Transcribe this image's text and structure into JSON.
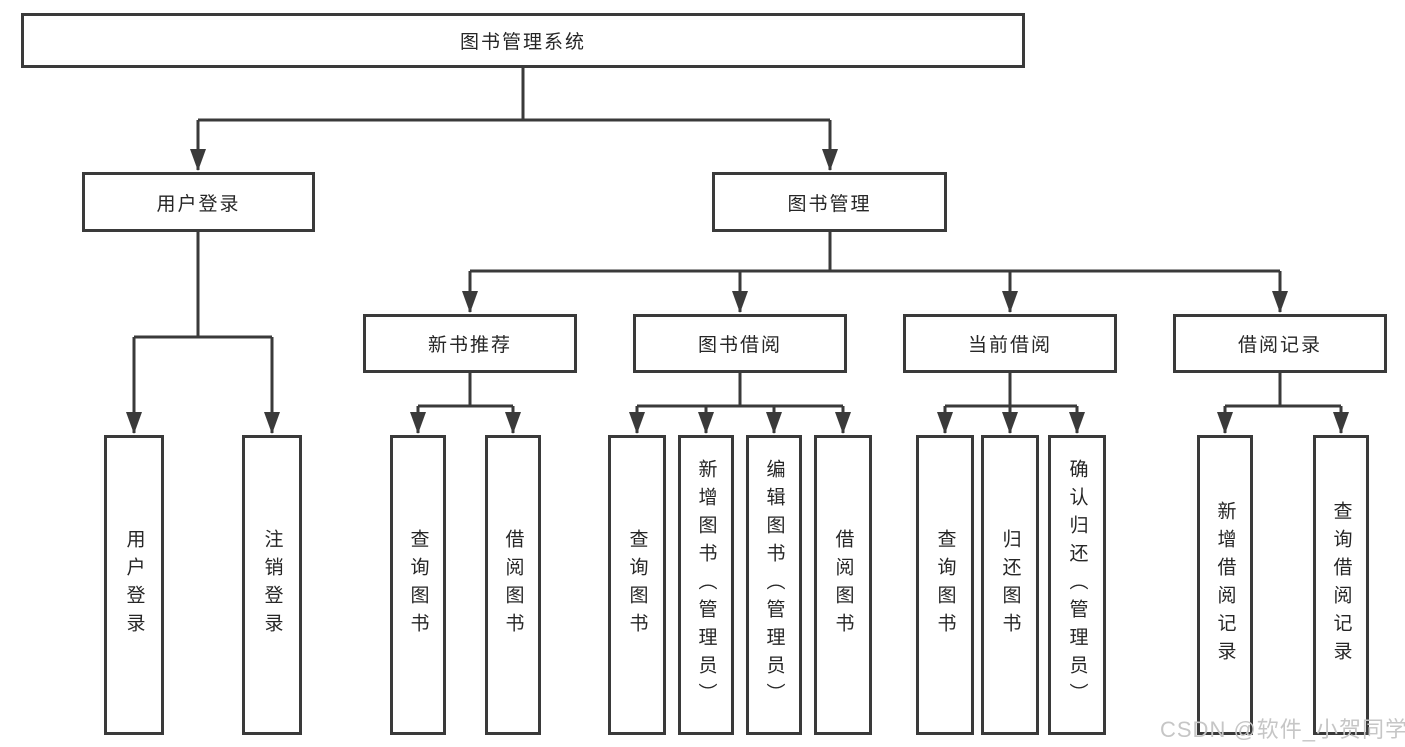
{
  "tree": {
    "root": {
      "label": "图书管理系统"
    },
    "user_login": {
      "label": "用户登录",
      "children": {
        "login": {
          "label": "用户登录"
        },
        "logout": {
          "label": "注销登录"
        }
      }
    },
    "book_mgmt": {
      "label": "图书管理",
      "children": {
        "new_book": {
          "label": "新书推荐",
          "children": {
            "query": {
              "label": "查询图书"
            },
            "borrow": {
              "label": "借阅图书"
            }
          }
        },
        "borrowing": {
          "label": "图书借阅",
          "children": {
            "query": {
              "label": "查询图书"
            },
            "add": {
              "label": "新增图书（管理员）"
            },
            "edit": {
              "label": "编辑图书（管理员）"
            },
            "borrow": {
              "label": "借阅图书"
            }
          }
        },
        "current": {
          "label": "当前借阅",
          "children": {
            "query": {
              "label": "查询图书"
            },
            "return": {
              "label": "归还图书"
            },
            "confirm": {
              "label": "确认归还（管理员）"
            }
          }
        },
        "records": {
          "label": "借阅记录",
          "children": {
            "add": {
              "label": "新增借阅记录"
            },
            "query": {
              "label": "查询借阅记录"
            }
          }
        }
      }
    }
  },
  "watermark": {
    "label": "CSDN @软件_小贺同学"
  },
  "colors": {
    "line": "#3a3a3a",
    "border": "#3a3a3a",
    "text": "#262626",
    "watermark": "#c6c6c6",
    "bg": "#ffffff"
  }
}
